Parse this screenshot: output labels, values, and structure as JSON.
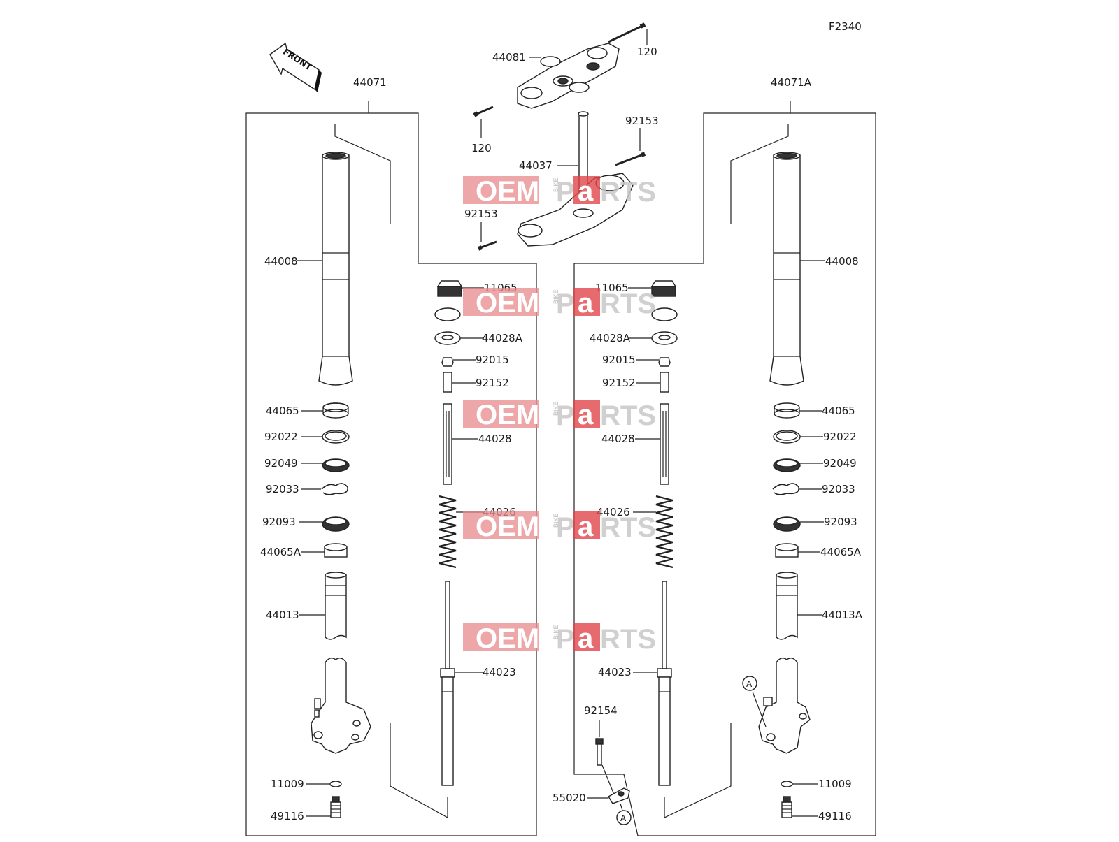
{
  "diagram_code": "F2340",
  "front_label": "FRONT",
  "ref_marker": "A",
  "watermark": {
    "left": "OEM",
    "mid": "BIKE",
    "p": "P",
    "a": "a",
    "rest": "RTS"
  },
  "labels": {
    "top_44081": "44081",
    "top_120_right": "120",
    "top_120_left": "120",
    "top_44037": "44037",
    "top_92153_right": "92153",
    "top_92153_left": "92153",
    "left_group": "44071",
    "right_group": "44071A",
    "l_44008": "44008",
    "l_44065": "44065",
    "l_92022": "92022",
    "l_92049": "92049",
    "l_92033": "92033",
    "l_92093": "92093",
    "l_44065A": "44065A",
    "l_44013": "44013",
    "l_11009": "11009",
    "l_49116": "49116",
    "lc_11065": "11065",
    "lc_44028A": "44028A",
    "lc_92015": "92015",
    "lc_92152": "92152",
    "lc_44028": "44028",
    "lc_44026": "44026",
    "lc_44023": "44023",
    "rc_11065": "11065",
    "rc_44028A": "44028A",
    "rc_92015": "92015",
    "rc_92152": "92152",
    "rc_44028": "44028",
    "rc_44026": "44026",
    "rc_44023": "44023",
    "rc_92154": "92154",
    "rc_55020": "55020",
    "r_44008": "44008",
    "r_44065": "44065",
    "r_92022": "92022",
    "r_92049": "92049",
    "r_92033": "92033",
    "r_92093": "92093",
    "r_44065A": "44065A",
    "r_44013A": "44013A",
    "r_11009": "11009",
    "r_49116": "49116"
  }
}
